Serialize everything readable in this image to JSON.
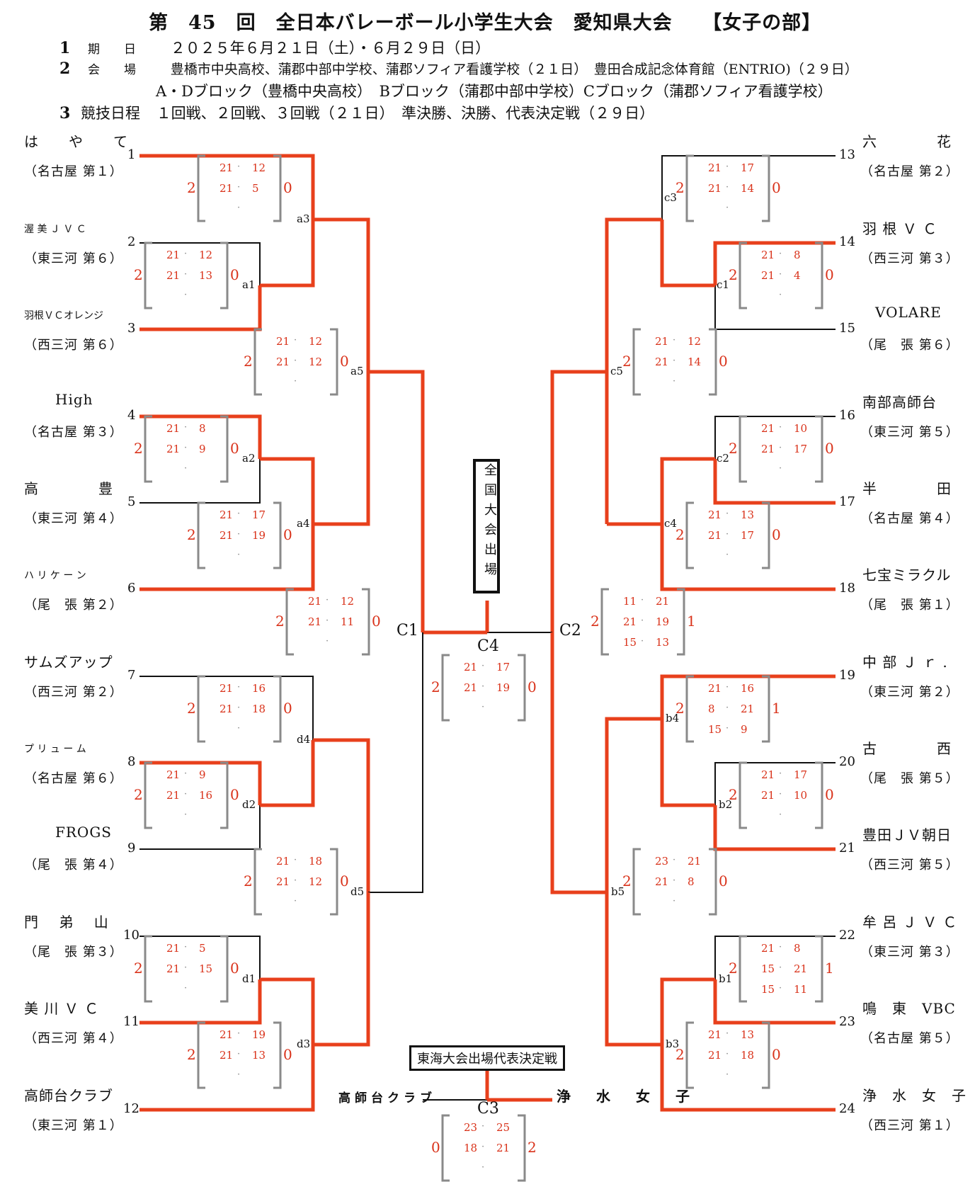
{
  "header": {
    "title": "第　45　回　全日本バレーボール小学生大会　愛知県大会　　【女子の部】",
    "items": [
      {
        "num": "1",
        "label": "期　　日",
        "text": "２０２５年６月２１日（土）・６月２９日（日）"
      },
      {
        "num": "2",
        "label": "会　　場",
        "text": "豊橋市中央高校、蒲郡中部中学校、蒲郡ソフィア看護学校（２１日）　豊田合成記念体育館（ENTRIO)（２９日）"
      },
      {
        "num": "",
        "label": "",
        "text": "A・Dブロック（豊橋中央高校）　Bブロック（蒲郡中部中学校）Cブロック（蒲郡ソフィア看護学校）"
      },
      {
        "num": "3",
        "label": "競技日程",
        "text": "１回戦、２回戦、３回戦（２１日）　準決勝、決勝、代表決定戦（２９日）"
      }
    ]
  },
  "teams_left": [
    {
      "slot": "1",
      "name": "は　　や　　て",
      "region": "（名古屋 第１）"
    },
    {
      "slot": "2",
      "name": "渥 美 Ｊ Ｖ Ｃ",
      "region": "（東三河 第６）"
    },
    {
      "slot": "3",
      "name": "羽根ＶＣオレンジ",
      "region": "（西三河 第６）"
    },
    {
      "slot": "4",
      "name": "High",
      "region": "（名古屋 第３）"
    },
    {
      "slot": "5",
      "name": "高　　　　豊",
      "region": "（東三河 第４）"
    },
    {
      "slot": "6",
      "name": "ハ リ ケ ー ン",
      "region": "（尾　張 第２）"
    },
    {
      "slot": "7",
      "name": "サムズアップ",
      "region": "（西三河 第２）"
    },
    {
      "slot": "8",
      "name": "プ リ ュ ー ム",
      "region": "（名古屋 第６）"
    },
    {
      "slot": "9",
      "name": "FROGS",
      "region": "（尾　張 第４）"
    },
    {
      "slot": "10",
      "name": "門　 弟 　山",
      "region": "（尾　張 第３）"
    },
    {
      "slot": "11",
      "name": "美 川 Ｖ Ｃ",
      "region": "（西三河 第４）"
    },
    {
      "slot": "12",
      "name": "高師台クラブ",
      "region": "（東三河 第１）"
    }
  ],
  "teams_right": [
    {
      "slot": "13",
      "name": "六　　　　花",
      "region": "（名古屋 第２）"
    },
    {
      "slot": "14",
      "name": "羽 根 Ｖ Ｃ",
      "region": "（西三河 第３）"
    },
    {
      "slot": "15",
      "name": "VOLARE",
      "region": "（尾　張 第６）"
    },
    {
      "slot": "16",
      "name": "南部高師台",
      "region": "（東三河 第５）"
    },
    {
      "slot": "17",
      "name": "半　　　　田",
      "region": "（名古屋 第４）"
    },
    {
      "slot": "18",
      "name": "七宝ミラクル",
      "region": "（尾　張 第１）"
    },
    {
      "slot": "19",
      "name": "中 部 Ｊ ｒ .",
      "region": "（東三河 第２）"
    },
    {
      "slot": "20",
      "name": "古　　　　西",
      "region": "（尾　張 第５）"
    },
    {
      "slot": "21",
      "name": "豊田ＪＶ朝日",
      "region": "（西三河 第５）"
    },
    {
      "slot": "22",
      "name": "牟 呂 Ｊ Ｖ Ｃ",
      "region": "（東三河 第３）"
    },
    {
      "slot": "23",
      "name": "鳴　東　VBC",
      "region": "（名古屋 第５）"
    },
    {
      "slot": "24",
      "name": "浄　水　女　子",
      "region": "（西三河 第１）"
    }
  ],
  "match_labels": {
    "a1": "a1",
    "a2": "a2",
    "a3": "a3",
    "a4": "a4",
    "a5": "a5",
    "d1": "d1",
    "d2": "d2",
    "d3": "d3",
    "d4": "d4",
    "d5": "d5",
    "c1": "c1",
    "c2": "c2",
    "c3": "c3",
    "c4": "c4",
    "c5": "c5",
    "b1": "b1",
    "b2": "b2",
    "b3": "b3",
    "b4": "b4",
    "b5": "b5",
    "C1": "C1",
    "C2": "C2",
    "C3": "C3",
    "C4": "C4"
  },
  "scores": {
    "a3": {
      "left": "2",
      "right": "0",
      "sets": [
        [
          "21",
          "12"
        ],
        [
          "21",
          "5"
        ],
        [
          "",
          ""
        ]
      ]
    },
    "a1": {
      "left": "2",
      "right": "0",
      "sets": [
        [
          "21",
          "12"
        ],
        [
          "21",
          "13"
        ],
        [
          "",
          ""
        ]
      ]
    },
    "a5": {
      "left": "2",
      "right": "0",
      "sets": [
        [
          "21",
          "12"
        ],
        [
          "21",
          "12"
        ],
        [
          "",
          ""
        ]
      ]
    },
    "a2": {
      "left": "2",
      "right": "0",
      "sets": [
        [
          "21",
          "8"
        ],
        [
          "21",
          "9"
        ],
        [
          "",
          ""
        ]
      ]
    },
    "a4": {
      "left": "2",
      "right": "0",
      "sets": [
        [
          "21",
          "17"
        ],
        [
          "21",
          "19"
        ],
        [
          "",
          ""
        ]
      ]
    },
    "C1": {
      "left": "2",
      "right": "0",
      "sets": [
        [
          "21",
          "12"
        ],
        [
          "21",
          "11"
        ],
        [
          "",
          ""
        ]
      ]
    },
    "d4": {
      "left": "2",
      "right": "0",
      "sets": [
        [
          "21",
          "16"
        ],
        [
          "21",
          "18"
        ],
        [
          "",
          ""
        ]
      ]
    },
    "d2": {
      "left": "2",
      "right": "0",
      "sets": [
        [
          "21",
          "9"
        ],
        [
          "21",
          "16"
        ],
        [
          "",
          ""
        ]
      ]
    },
    "d5": {
      "left": "2",
      "right": "0",
      "sets": [
        [
          "21",
          "18"
        ],
        [
          "21",
          "12"
        ],
        [
          "",
          ""
        ]
      ]
    },
    "d1": {
      "left": "2",
      "right": "0",
      "sets": [
        [
          "21",
          "5"
        ],
        [
          "21",
          "15"
        ],
        [
          "",
          ""
        ]
      ]
    },
    "d3": {
      "left": "2",
      "right": "0",
      "sets": [
        [
          "21",
          "19"
        ],
        [
          "21",
          "13"
        ],
        [
          "",
          ""
        ]
      ]
    },
    "c3": {
      "left": "2",
      "right": "0",
      "sets": [
        [
          "21",
          "17"
        ],
        [
          "21",
          "14"
        ],
        [
          "",
          ""
        ]
      ]
    },
    "c1": {
      "left": "2",
      "right": "0",
      "sets": [
        [
          "21",
          "8"
        ],
        [
          "21",
          "4"
        ],
        [
          "",
          ""
        ]
      ]
    },
    "c5": {
      "left": "2",
      "right": "0",
      "sets": [
        [
          "21",
          "12"
        ],
        [
          "21",
          "14"
        ],
        [
          "",
          ""
        ]
      ]
    },
    "c2": {
      "left": "2",
      "right": "0",
      "sets": [
        [
          "21",
          "10"
        ],
        [
          "21",
          "17"
        ],
        [
          "",
          ""
        ]
      ]
    },
    "c4": {
      "left": "2",
      "right": "0",
      "sets": [
        [
          "21",
          "13"
        ],
        [
          "21",
          "17"
        ],
        [
          "",
          ""
        ]
      ]
    },
    "C2": {
      "left": "2",
      "right": "1",
      "sets": [
        [
          "11",
          "21"
        ],
        [
          "21",
          "19"
        ],
        [
          "15",
          "13"
        ]
      ]
    },
    "C4": {
      "left": "2",
      "right": "0",
      "sets": [
        [
          "21",
          "17"
        ],
        [
          "21",
          "19"
        ],
        [
          "",
          ""
        ]
      ]
    },
    "b4": {
      "left": "2",
      "right": "1",
      "sets": [
        [
          "21",
          "16"
        ],
        [
          "8",
          "21"
        ],
        [
          "15",
          "9"
        ]
      ]
    },
    "b2": {
      "left": "2",
      "right": "0",
      "sets": [
        [
          "21",
          "17"
        ],
        [
          "21",
          "10"
        ],
        [
          "",
          ""
        ]
      ]
    },
    "b5": {
      "left": "2",
      "right": "0",
      "sets": [
        [
          "23",
          "21"
        ],
        [
          "21",
          "8"
        ],
        [
          "",
          ""
        ]
      ]
    },
    "b1": {
      "left": "2",
      "right": "1",
      "sets": [
        [
          "21",
          "8"
        ],
        [
          "15",
          "21"
        ],
        [
          "15",
          "11"
        ]
      ]
    },
    "b3": {
      "left": "2",
      "right": "0",
      "sets": [
        [
          "21",
          "13"
        ],
        [
          "21",
          "18"
        ],
        [
          "",
          ""
        ]
      ]
    },
    "C3": {
      "left": "0",
      "right": "2",
      "sets": [
        [
          "23",
          "25"
        ],
        [
          "18",
          "21"
        ],
        [
          "",
          ""
        ]
      ]
    }
  },
  "national_box": "全国大会出場",
  "tokai_box": "東海大会出場代表決定戦",
  "tokai_final": {
    "left_team": "高師台クラブ",
    "right_team": "浄　水　女　子"
  },
  "colors": {
    "win_line": "#e8401c",
    "line": "#111111",
    "score": "#d9321a",
    "bracket": "#8a8a8a"
  }
}
